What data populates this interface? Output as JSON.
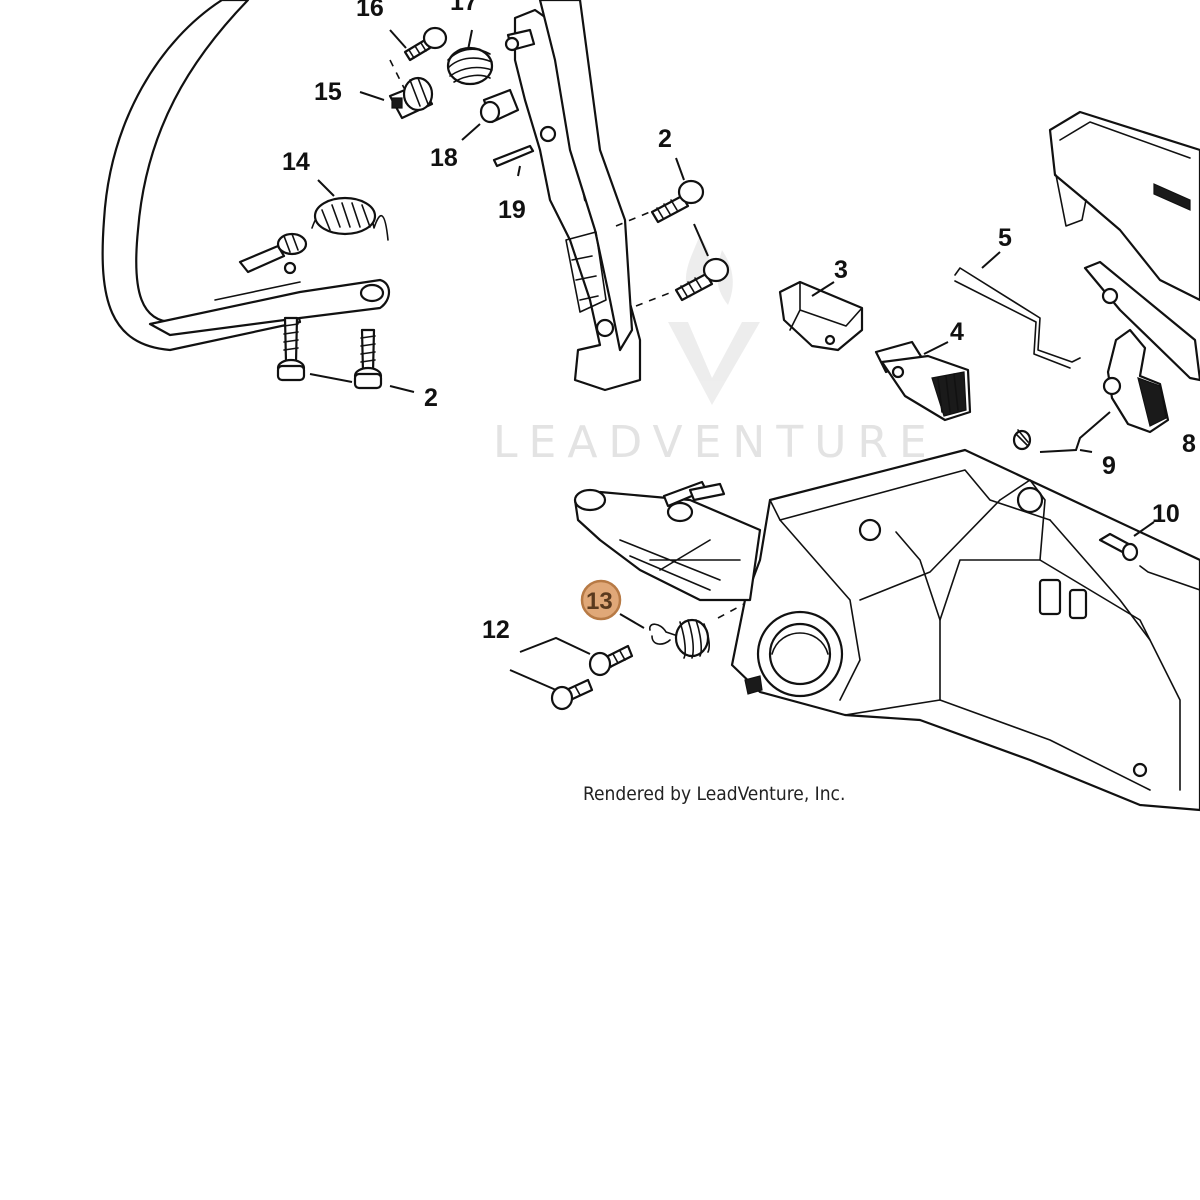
{
  "watermark": {
    "text": "LEADVENTURE"
  },
  "credit": {
    "text": "Rendered by LeadVenture, Inc."
  },
  "colors": {
    "highlight_fill": "#e0a878",
    "highlight_stroke": "#b77a45",
    "line": "#111111",
    "watermark": "#e3e3e3"
  },
  "callouts": {
    "c16": "16",
    "c17": "17",
    "c15": "15",
    "c18": "18",
    "c19": "19",
    "c14": "14",
    "c2_top": "2",
    "c2_bottom": "2",
    "c3": "3",
    "c4": "4",
    "c5": "5",
    "c8": "8",
    "c9": "9",
    "c10": "10",
    "c12": "12",
    "c13": "13"
  },
  "highlighted_callout": "13"
}
